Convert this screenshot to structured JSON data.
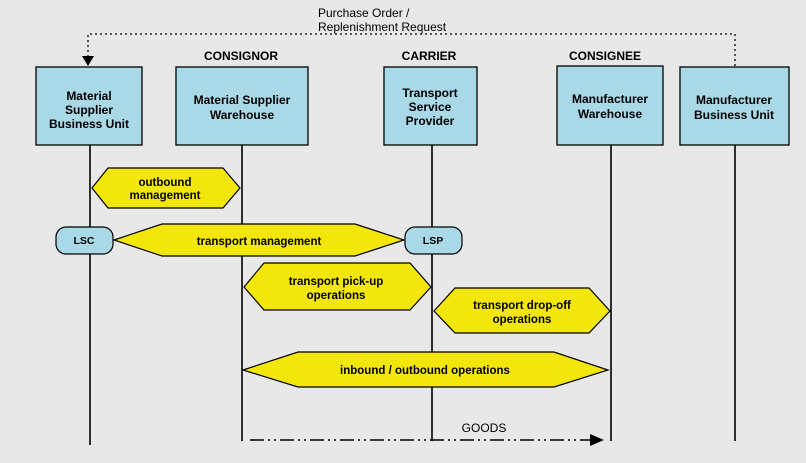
{
  "roles": {
    "consignor": "CONSIGNOR",
    "carrier": "CARRIER",
    "consignee": "CONSIGNEE"
  },
  "boxes": {
    "ms_bu": [
      "Material",
      "Supplier",
      "Business Unit"
    ],
    "ms_wh": [
      "Material Supplier",
      "Warehouse"
    ],
    "tsp": [
      "Transport",
      "Service",
      "Provider"
    ],
    "mf_wh": [
      "Manufacturer",
      "Warehouse"
    ],
    "mf_bu": [
      "Manufacturer",
      "Business Unit"
    ]
  },
  "activities": {
    "outbound": [
      "outbound",
      "management"
    ],
    "transport": [
      "transport management"
    ],
    "pickup": [
      "transport pick-up",
      "operations"
    ],
    "dropoff": [
      "transport drop-off",
      "operations"
    ],
    "inout": [
      "inbound / outbound operations"
    ]
  },
  "nodes": {
    "lsc": "LSC",
    "lsp": "LSP"
  },
  "flows": {
    "purchase_order": [
      "Purchase Order /",
      "Replenishment Request"
    ],
    "goods": "GOODS"
  },
  "colors": {
    "box_fill": "#a9d8e6",
    "activity_fill": "#f3e60a",
    "background": "#e8e8e8"
  }
}
